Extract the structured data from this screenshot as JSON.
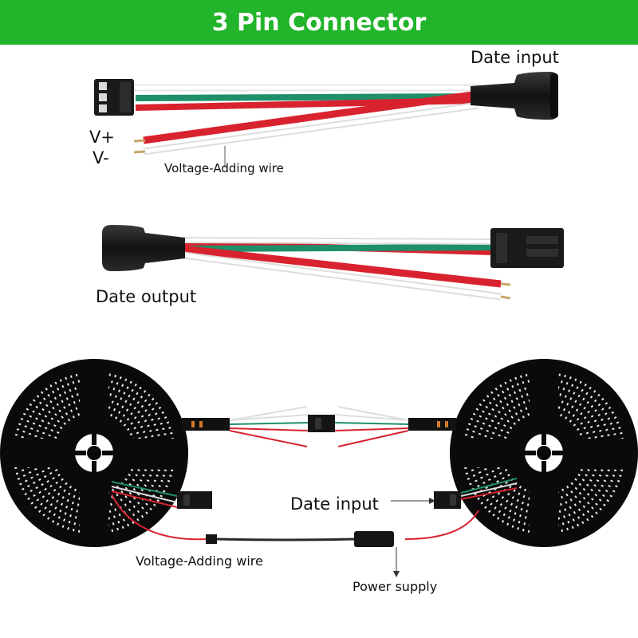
{
  "header": {
    "title": "3 Pin Connector"
  },
  "labels": {
    "data_input_top": "Date input",
    "v_plus": "V+",
    "v_minus": "V-",
    "voltage_wire_top": "Voltage-Adding wire",
    "data_output": "Date output",
    "data_input_bottom": "Date input",
    "voltage_wire_bottom": "Voltage-Adding wire",
    "power_supply": "Power supply"
  },
  "colors": {
    "header_bg": "#22b42a",
    "wire_red": "#d8232e",
    "wire_green": "#1f8f6a",
    "wire_white": "#f2f2f2",
    "connector_black": "#151515"
  }
}
